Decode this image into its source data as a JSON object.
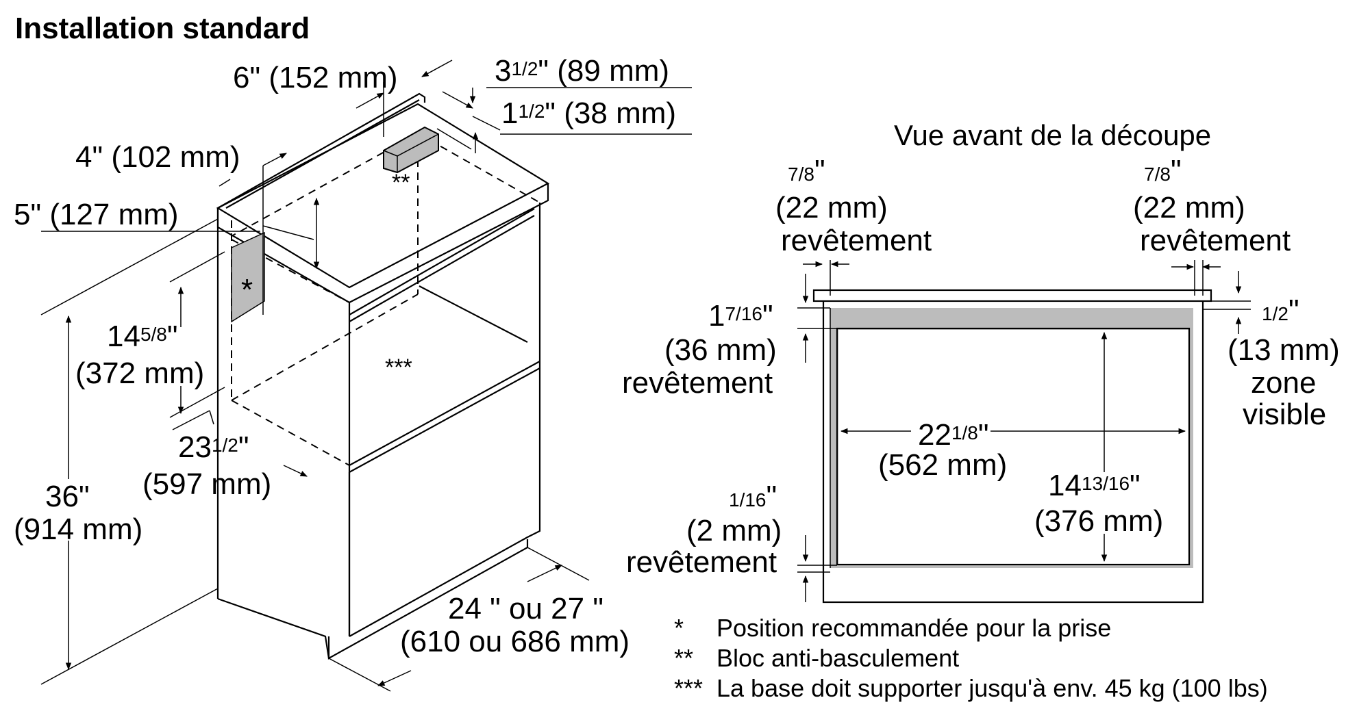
{
  "title": "Installation standard",
  "iso": {
    "dim_6in": "6\" (152 mm)",
    "dim_3half_whole": "3",
    "dim_3half_frac": "1/2",
    "dim_3half_rest": "\" (89 mm)",
    "dim_1half_whole": "1",
    "dim_1half_frac": "1/2",
    "dim_1half_rest": "\" (38 mm)",
    "dim_4in": "4\" (102 mm)",
    "dim_5in": "5\" (127 mm)",
    "dim_14_whole": "14",
    "dim_14_frac": "5/8",
    "dim_14_quote": "\"",
    "dim_14_mm": "(372 mm)",
    "dim_23_whole": "23",
    "dim_23_frac": "1/2",
    "dim_23_quote": "\"",
    "dim_23_mm": "(597 mm)",
    "dim_36_in": "36\"",
    "dim_36_mm": "(914 mm)",
    "dim_width_in": "24 \" ou 27 \"",
    "dim_width_mm": "(610 ou 686 mm)",
    "mark_outlet": "*",
    "mark_block": "**",
    "mark_base": "***"
  },
  "front": {
    "heading": "Vue avant de la découpe",
    "left_trim_frac": "7/8",
    "left_trim_quote": "\"",
    "left_trim_mm": "(22 mm)",
    "left_trim_label": "revêtement",
    "right_trim_frac": "7/8",
    "right_trim_quote": "\"",
    "right_trim_mm": "(22 mm)",
    "right_trim_label": "revêtement",
    "top_trim_whole": "1",
    "top_trim_frac": "7/16",
    "top_trim_quote": "\"",
    "top_trim_mm": "(36 mm)",
    "top_trim_label": "revêtement",
    "visible_frac": "1/2",
    "visible_quote": "\"",
    "visible_mm": "(13 mm)",
    "visible_label1": "zone",
    "visible_label2": "visible",
    "width_whole": "22",
    "width_frac": "1/8",
    "width_quote": "\"",
    "width_mm": "(562 mm)",
    "height_whole": "14",
    "height_frac": "13/16",
    "height_quote": "\"",
    "height_mm": "(376 mm)",
    "bottom_trim_frac": "1/16",
    "bottom_trim_quote": "\"",
    "bottom_trim_mm": "(2 mm)",
    "bottom_trim_label": "revêtement"
  },
  "legend": [
    {
      "mark": "*",
      "text": "Position recommandée pour la prise"
    },
    {
      "mark": "**",
      "text": "Bloc anti-basculement"
    },
    {
      "mark": "***",
      "text": "La base doit supporter jusqu'à env. 45 kg (100 lbs)"
    }
  ],
  "colors": {
    "line": "#000000",
    "shade": "#bcbcbc",
    "background": "#ffffff"
  }
}
